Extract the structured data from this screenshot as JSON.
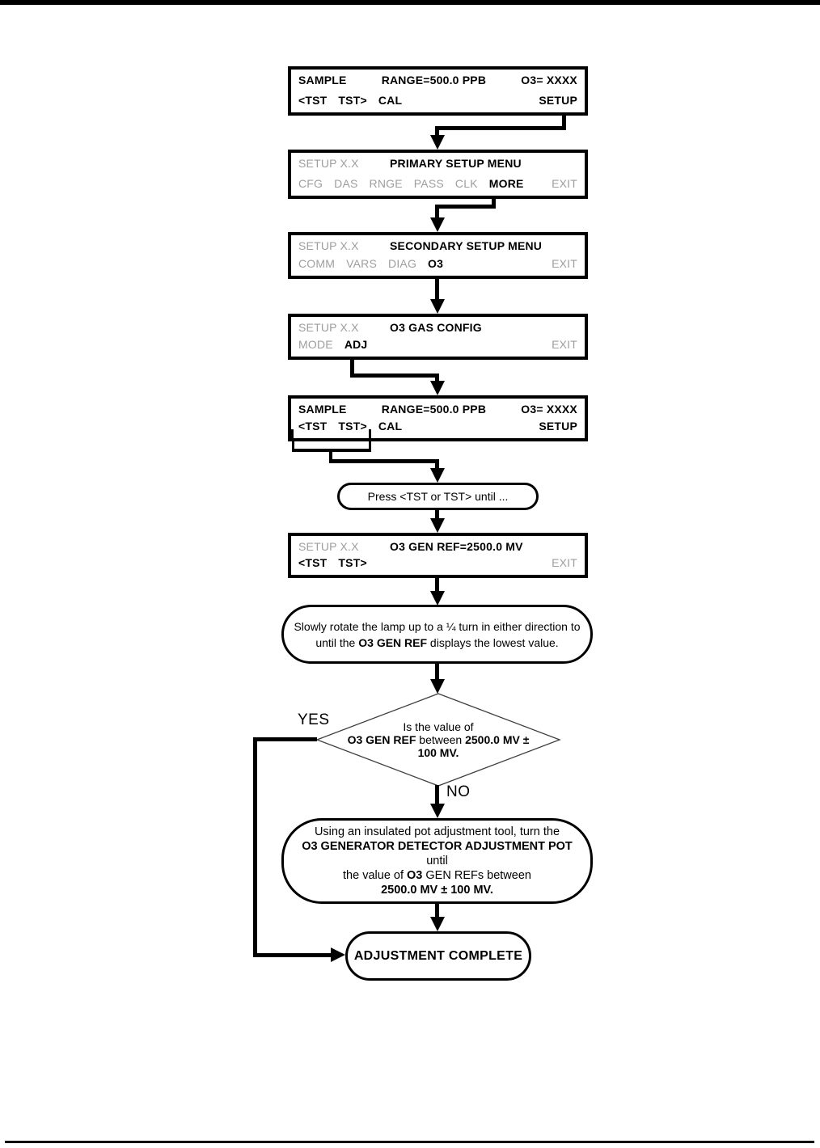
{
  "colors": {
    "ink": "#000000",
    "dim_text": "#9e9e9e"
  },
  "screens": {
    "sample_top": {
      "mode": "SAMPLE",
      "range": "RANGE=500.0 PPB",
      "reading": "O3= XXXX",
      "key_tst_left": "<TST",
      "key_tst_right": "TST>",
      "key_cal": "CAL",
      "key_setup": "SETUP"
    },
    "primary": {
      "header": "SETUP X.X",
      "title": "PRIMARY SETUP MENU",
      "keys_dim": [
        "CFG",
        "DAS",
        "RNGE",
        "PASS",
        "CLK"
      ],
      "key_active": "MORE",
      "key_exit": "EXIT"
    },
    "secondary": {
      "header": "SETUP X.X",
      "title": "SECONDARY SETUP MENU",
      "keys_dim": [
        "COMM",
        "VARS",
        "DIAG"
      ],
      "key_active": "O3",
      "key_exit": "EXIT"
    },
    "o3_gas_config": {
      "header": "SETUP X.X",
      "title": "O3 GAS CONFIG",
      "keys_dim": [
        "MODE"
      ],
      "key_active": "ADJ",
      "key_exit": "EXIT"
    },
    "sample_mid": {
      "mode": "SAMPLE",
      "range": "RANGE=500.0 PPB",
      "reading": "O3= XXXX",
      "key_tst_left": "<TST",
      "key_tst_right": "TST>",
      "key_cal": "CAL",
      "key_setup": "SETUP"
    },
    "gen_ref": {
      "header": "SETUP X.X",
      "title": "O3 GEN REF=2500.0 MV",
      "key_tst_left": "<TST",
      "key_tst_right": "TST>",
      "key_exit": "EXIT"
    }
  },
  "notes": {
    "press_tst": "Press <TST or TST> until ...",
    "rotate_line1": "Slowly rotate the lamp up to a ¼ turn in either direction to",
    "rotate_line2a": "until the ",
    "rotate_line2b": "O3 GEN REF",
    "rotate_line2c": " displays the lowest value."
  },
  "decision": {
    "line1": "Is the value of",
    "line2a": "O3 GEN REF",
    "line2b": " between ",
    "line2c": "2500.0 MV ±",
    "line3": "100 MV.",
    "yes_label": "YES",
    "no_label": "NO"
  },
  "adjust_note": {
    "line1": "Using an insulated pot adjustment tool, turn the",
    "line2": "O3 GENERATOR DETECTOR ADJUSTMENT POT",
    "line3": "until",
    "line4a": "the value of ",
    "line4b": "O3",
    "line4c": " GEN REFs between",
    "line5": "2500.0 MV ± 100 MV."
  },
  "terminal": {
    "label": "ADJUSTMENT COMPLETE"
  }
}
